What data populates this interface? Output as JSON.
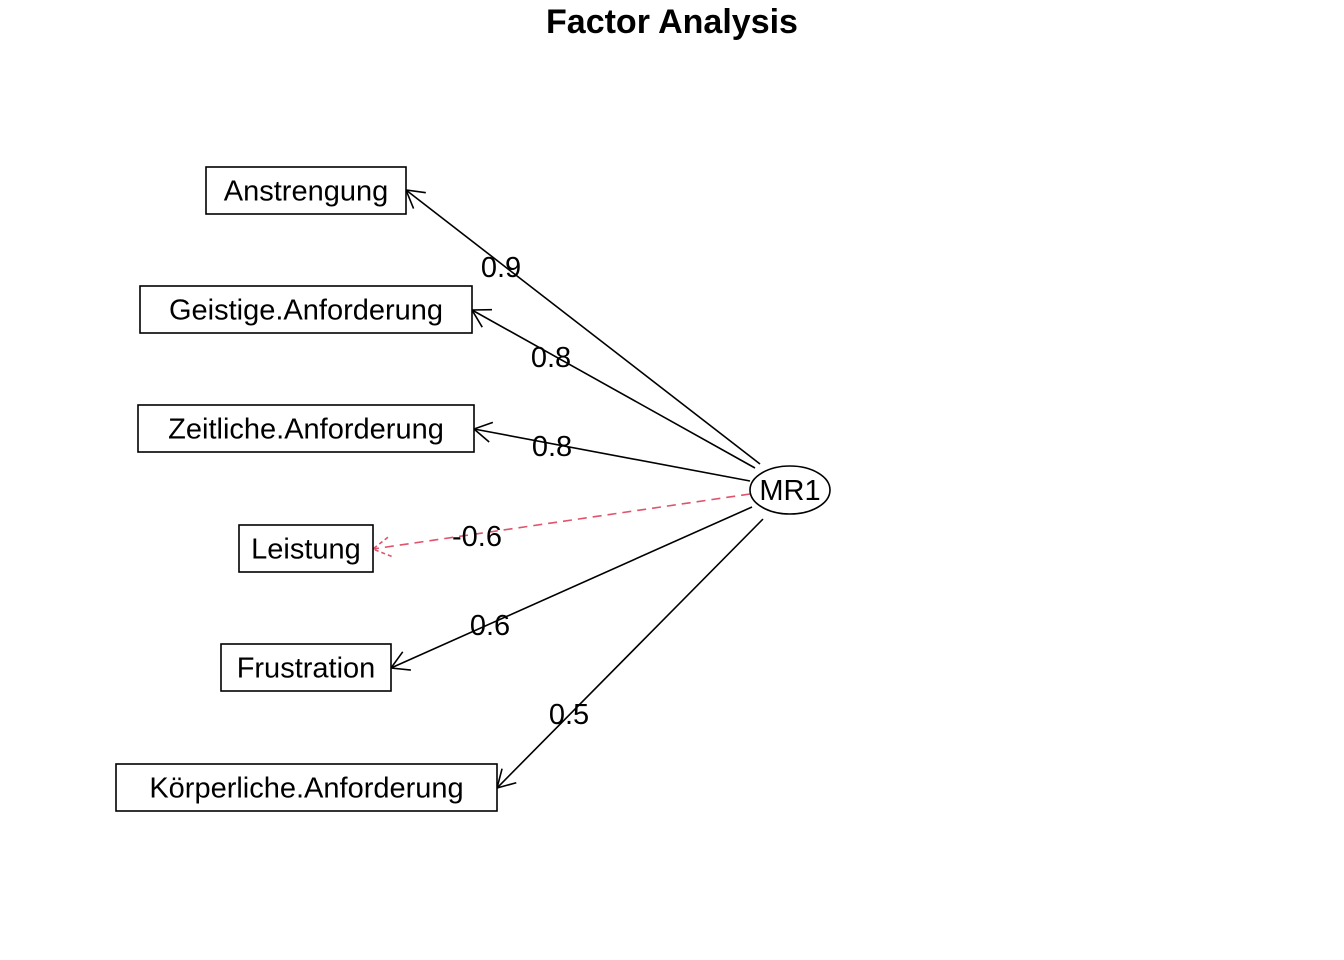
{
  "title": "Factor Analysis",
  "factor": {
    "label": "MR1"
  },
  "colors": {
    "positive": "#000000",
    "negative": "#DF536B"
  },
  "variables": [
    {
      "label": "Anstrengung",
      "loading": "0.9",
      "sign": "positive"
    },
    {
      "label": "Geistige.Anforderung",
      "loading": "0.8",
      "sign": "positive"
    },
    {
      "label": "Zeitliche.Anforderung",
      "loading": "0.8",
      "sign": "positive"
    },
    {
      "label": "Leistung",
      "loading": "-0.6",
      "sign": "negative"
    },
    {
      "label": "Frustration",
      "loading": "0.6",
      "sign": "positive"
    },
    {
      "label": "Körperliche.Anforderung",
      "loading": "0.5",
      "sign": "positive"
    }
  ]
}
